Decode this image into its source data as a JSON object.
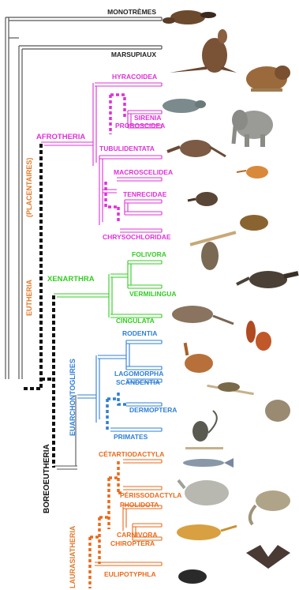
{
  "colors": {
    "outgroup": "#555555",
    "afrotheria": "#e030d8",
    "xenarthra": "#33cc22",
    "euarchontoglires": "#2f7fd6",
    "laurasiatheria": "#ea6a1a",
    "supergroup": "#e07a2a",
    "dashed": "#111111"
  },
  "labels": {
    "monotremes": "MONOTRÈMES",
    "marsupiaux": "MARSUPIAUX",
    "hyracoidea": "HYRACOIDEA",
    "sirenia": "SIRENIA",
    "proboscidea": "PROBOSCIDEA",
    "afrotheria": "AFROTHERIA",
    "tubulidentata": "TUBULIDENTATA",
    "macroscelidea": "MACROSCELIDEA",
    "tenrecidae": "TENRECIDAE",
    "chrysochloridae": "CHRYSOCHLORIDAE",
    "folivora": "FOLIVORA",
    "xenarthra": "XENARTHRA",
    "vermilingua": "VERMILINGUA",
    "cingulata": "CINGULATA",
    "eutheria": "EUTHERIA",
    "placentaires": "(PLACENTAIRES)",
    "rodentia": "RODENTIA",
    "lagomorpha": "LAGOMORPHA",
    "scandentia": "SCANDENTIA",
    "euarchontoglires": "EUARCHONTOGLIRES",
    "dermoptera": "DERMOPTERA",
    "primates": "PRIMATES",
    "boreoeutheria": "BOREOEUTHERIA",
    "cetartiodactyla": "CÉTARTIODACTYLA",
    "perissodactyla": "PÉRISSODACTYLA",
    "pholidota": "PHOLIDOTA",
    "carnivora": "CARNIVORA",
    "chiroptera": "CHIROPTERA",
    "laurasiatheria": "LAURASIATHERIA",
    "eulipotyphla": "EULIPOTYPHLA"
  },
  "animals": {
    "platypus": "platypus-illustration",
    "kangaroo": "kangaroo-illustration",
    "hyrax": "hyrax-illustration",
    "manatee": "manatee-illustration",
    "elephant": "elephant-illustration",
    "aardvark": "aardvark-illustration",
    "elephant_shrew": "elephant-shrew-illustration",
    "tenrec": "tenrec-illustration",
    "golden_mole": "golden-mole-illustration",
    "sloth": "sloth-illustration",
    "anteater": "anteater-illustration",
    "armadillo": "armadillo-illustration",
    "squirrel": "squirrel-illustration",
    "hare": "hare-illustration",
    "treeshrew": "treeshrew-illustration",
    "colugo": "colugo-illustration",
    "monkey": "monkey-illustration",
    "dolphin": "dolphin-illustration",
    "rhinoceros": "rhinoceros-illustration",
    "pangolin": "pangolin-illustration",
    "leopard": "leopard-illustration",
    "bat": "bat-illustration",
    "mole": "mole-illustration"
  }
}
